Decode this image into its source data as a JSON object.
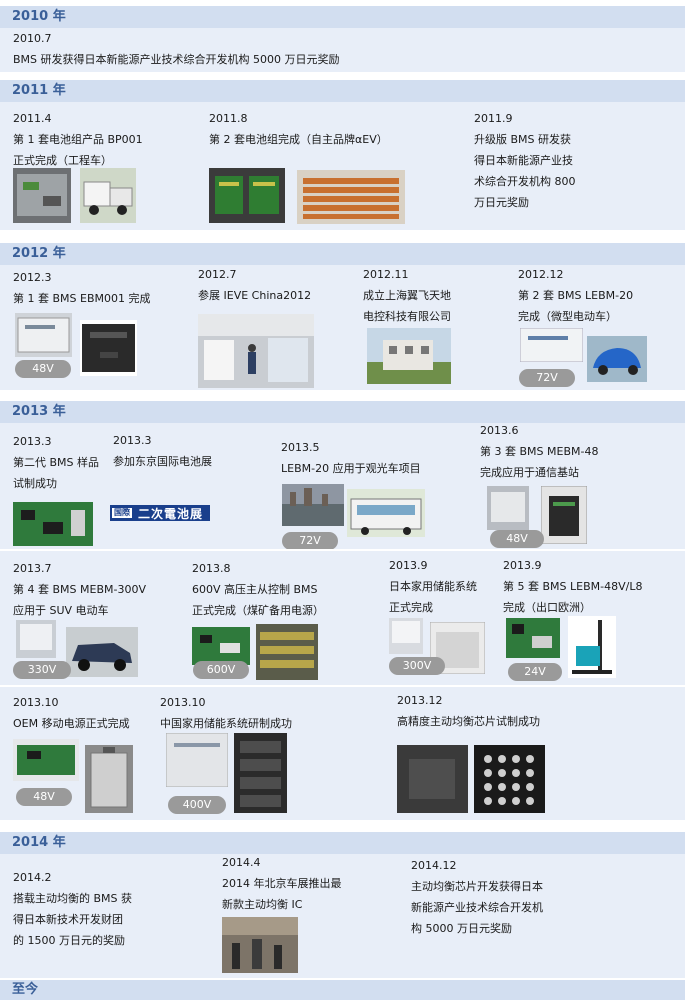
{
  "years": {
    "y2010": "2010 年",
    "y2011": "2011 年",
    "y2012": "2012 年",
    "y2013": "2013 年",
    "y2014": "2014 年",
    "now": "至今"
  },
  "events": {
    "e2010_7": {
      "date": "2010.7",
      "text": "BMS 研发获得日本新能源产业技术综合开发机构 5000 万日元奖励"
    },
    "e2011_4": {
      "date": "2011.4",
      "l1": "第 1 套电池组产品 BP001",
      "l2": "正式完成（工程车）"
    },
    "e2011_8": {
      "date": "2011.8",
      "l1": "第 2 套电池组完成（自主品牌αEV）"
    },
    "e2011_9": {
      "date": "2011.9",
      "l1": "升级版 BMS 研发获",
      "l2": "得日本新能源产业技",
      "l3": "术综合开发机构 800",
      "l4": "万日元奖励"
    },
    "e2012_3": {
      "date": "2012.3",
      "l1": "第 1 套 BMS EBM001 完成",
      "pill": "48V"
    },
    "e2012_7": {
      "date": "2012.7",
      "l1": "参展 IEVE China2012"
    },
    "e2012_11": {
      "date": "2012.11",
      "l1": "成立上海翼飞天地",
      "l2": "电控科技有限公司"
    },
    "e2012_12": {
      "date": "2012.12",
      "l1": "第 2 套 BMS LEBM-20",
      "l2": "完成（微型电动车）",
      "pill": "72V"
    },
    "e2013_3a": {
      "date": "2013.3",
      "l1": "第二代 BMS 样品",
      "l2": "试制成功"
    },
    "e2013_3b": {
      "date": "2013.3",
      "l1": "参加东京国际电池展",
      "banner_tag": "国際",
      "banner": "二次電池展"
    },
    "e2013_5": {
      "date": "2013.5",
      "l1": "LEBM-20 应用于观光车项目",
      "pill": "72V"
    },
    "e2013_6": {
      "date": "2013.6",
      "l1": "第 3 套 BMS MEBM-48",
      "l2": "完成应用于通信基站",
      "pill": "48V"
    },
    "e2013_7": {
      "date": "2013.7",
      "l1": "第 4 套 BMS MEBM-300V",
      "l2": "应用于 SUV 电动车",
      "pill": "330V"
    },
    "e2013_8": {
      "date": "2013.8",
      "l1": "600V 高压主从控制 BMS",
      "l2": "正式完成（煤矿备用电源）",
      "pill": "600V"
    },
    "e2013_9a": {
      "date": "2013.9",
      "l1": "日本家用储能系统",
      "l2": "正式完成",
      "pill": "300V"
    },
    "e2013_9b": {
      "date": "2013.9",
      "l1": "第 5 套 BMS LEBM-48V/L8",
      "l2": "完成（出口欧洲）",
      "pill": "24V"
    },
    "e2013_10a": {
      "date": "2013.10",
      "l1": "OEM 移动电源正式完成",
      "pill": "48V"
    },
    "e2013_10b": {
      "date": "2013.10",
      "l1": "中国家用储能系统研制成功",
      "pill": "400V"
    },
    "e2013_12": {
      "date": "2013.12",
      "l1": "高精度主动均衡芯片试制成功"
    },
    "e2014_2": {
      "date": "2014.2",
      "l1": "搭载主动均衡的 BMS 获",
      "l2": "得日本新技术开发财团",
      "l3": "的 1500 万日元的奖励"
    },
    "e2014_4": {
      "date": "2014.4",
      "l1": "2014 年北京车展推出最",
      "l2": "新款主动均衡 IC"
    },
    "e2014_12": {
      "date": "2014.12",
      "l1": "主动均衡芯片开发获得日本",
      "l2": "新能源产业技术综合开发机",
      "l3": "构 5000 万日元奖励"
    }
  },
  "colors": {
    "year_bar": "#d2def0",
    "year_text": "#3a5f98",
    "row_bg": "#e8eef8",
    "pill": "#9a9a9a"
  }
}
